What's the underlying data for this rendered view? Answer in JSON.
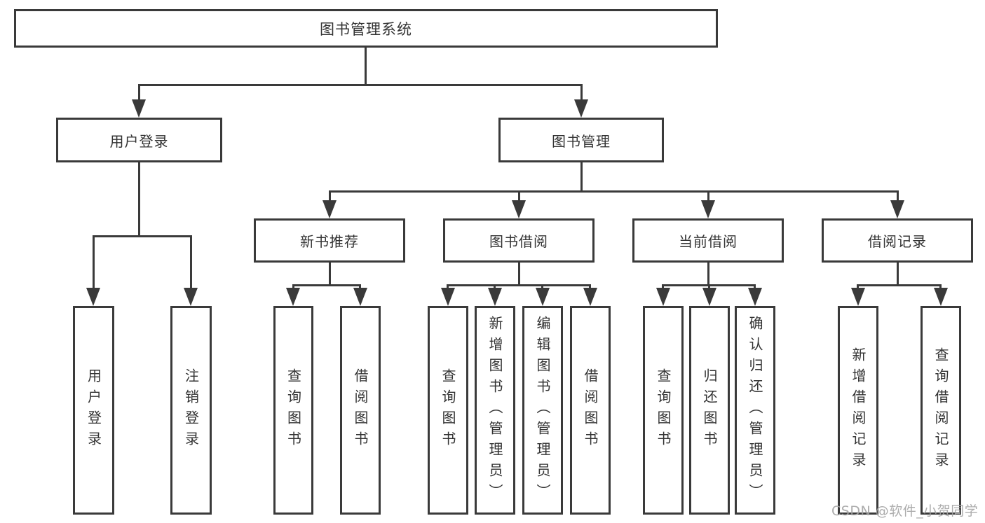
{
  "diagram": {
    "type": "tree",
    "root": {
      "label": "图书管理系统",
      "children": [
        {
          "label": "用户登录",
          "children": [
            {
              "label": "用户登录"
            },
            {
              "label": "注销登录"
            }
          ]
        },
        {
          "label": "图书管理",
          "children": [
            {
              "label": "新书推荐",
              "children": [
                {
                  "label": "查询图书"
                },
                {
                  "label": "借阅图书"
                }
              ]
            },
            {
              "label": "图书借阅",
              "children": [
                {
                  "label": "查询图书"
                },
                {
                  "label": "新增图书（管理员）"
                },
                {
                  "label": "编辑图书（管理员）"
                },
                {
                  "label": "借阅图书"
                }
              ]
            },
            {
              "label": "当前借阅",
              "children": [
                {
                  "label": "查询图书"
                },
                {
                  "label": "归还图书"
                },
                {
                  "label": "确认归还（管理员）"
                }
              ]
            },
            {
              "label": "借阅记录",
              "children": [
                {
                  "label": "新增借阅记录"
                },
                {
                  "label": "查询借阅记录"
                }
              ]
            }
          ]
        }
      ]
    },
    "colors": {
      "line": "#3a3a3a",
      "text": "#333333",
      "background": "#ffffff",
      "watermark": "#a5a5a5"
    }
  },
  "watermark": {
    "text": "CSDN @软件_小贺同学"
  }
}
